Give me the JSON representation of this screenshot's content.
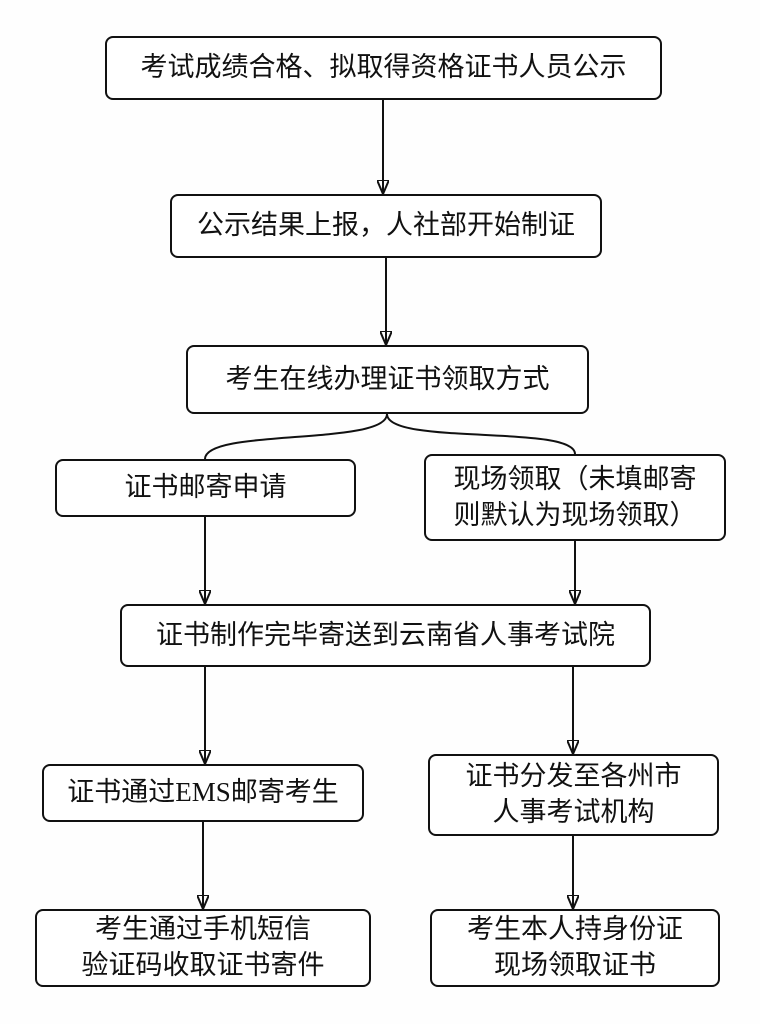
{
  "diagram": {
    "title": "certificate-issuance-flowchart",
    "background_color": "#fefefe",
    "stroke_color": "#111111",
    "node_fill": "#ffffff"
  },
  "nodes": {
    "announcement": {
      "label": "考试成绩合格、拟取得资格证书人员公示"
    },
    "report": {
      "label": "公示结果上报，人社部开始制证"
    },
    "online": {
      "label": "考生在线办理证书领取方式"
    },
    "mail_request": {
      "label": "证书邮寄申请"
    },
    "onsite": {
      "label": "现场领取（未填邮寄\n则默认为现场领取）"
    },
    "sent": {
      "label": "证书制作完毕寄送到云南省人事考试院"
    },
    "ems": {
      "label": "证书通过EMS邮寄考生"
    },
    "distribute": {
      "label": "证书分发至各州市\n人事考试机构"
    },
    "sms": {
      "label": "考生通过手机短信\n验证码收取证书寄件"
    },
    "pickup": {
      "label": "考生本人持身份证\n现场领取证书"
    }
  }
}
